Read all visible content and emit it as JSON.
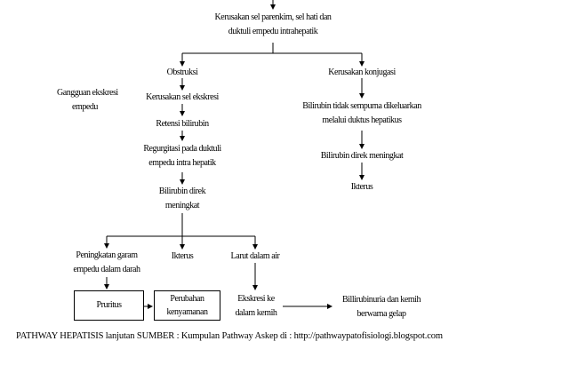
{
  "diagram": {
    "top_node": [
      "Kerusakan sel parenkim, sel hati dan",
      "duktuli empedu intrahepatik"
    ],
    "side_label": [
      "Gangguan ekskresi",
      "empedu"
    ],
    "left_branch": {
      "obstruksi": "Obstruksi",
      "kerusakan_sel": "Kerusakan sel ekskresi",
      "retensi": "Retensi bilirubin",
      "regurgitasi": [
        "Regurgitasi pada duktuli",
        "empedu intra hepatik"
      ],
      "bilirubin_direk": [
        "Bilirubin direk",
        "meningkat"
      ]
    },
    "right_branch": {
      "kerusakan_konjugasi": "Kerusakan konjugasi",
      "bilirubin_tidak": [
        "Bilirubin tidak sempurna dikeluarkan",
        "melalui duktus hepatikus"
      ],
      "bilirubin_direk": "Bilirubin direk meningkat",
      "ikterus": "Ikterus"
    },
    "bottom": {
      "peningkatan": [
        "Peningkatan garam",
        "empedu dalam darah"
      ],
      "ikterus": "Ikterus",
      "larut": "Larut dalam air",
      "pruritus": "Pruritus",
      "perubahan": [
        "Perubahan",
        "kenyamanan"
      ],
      "ekskresi": [
        "Ekskresi ke",
        "dalam kemih"
      ],
      "bilirubinuria": [
        "Billirubinuria dan kemih",
        "berwarna gelap"
      ]
    }
  },
  "caption": "PATHWAY HEPATISIS lanjutan SUMBER : Kumpulan Pathway Askep di : http://pathwaypatofisiologi.blogspot.com"
}
